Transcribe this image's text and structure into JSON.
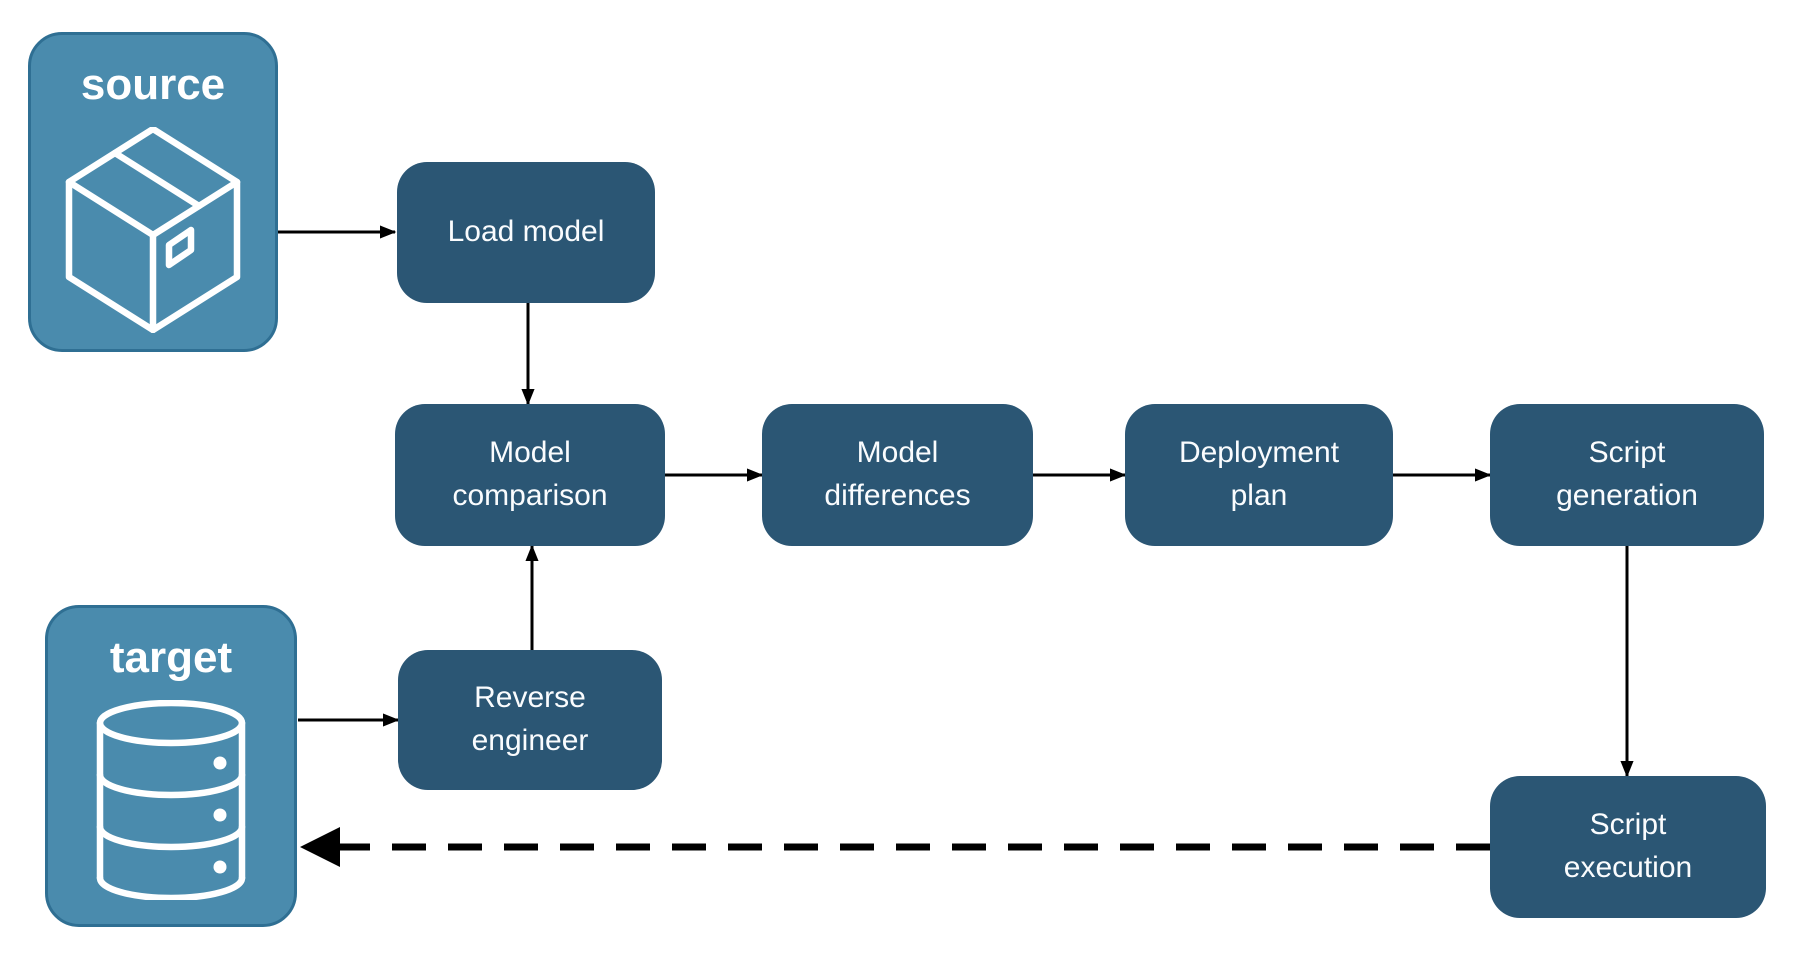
{
  "diagram": {
    "background": "#ffffff",
    "colors": {
      "process_node_fill": "#2b5674",
      "endpoint_node_fill": "#4a8bad",
      "endpoint_node_border": "#2f6f93",
      "node_text": "#ffffff",
      "arrow": "#000000"
    },
    "nodes": {
      "source": {
        "label": "source",
        "icon": "package-icon"
      },
      "target": {
        "label": "target",
        "icon": "database-icon"
      },
      "load_model": {
        "label": "Load model"
      },
      "model_comparison": {
        "label": "Model\ncomparison"
      },
      "model_differences": {
        "label": "Model\ndifferences"
      },
      "deployment_plan": {
        "label": "Deployment\nplan"
      },
      "script_generation": {
        "label": "Script\ngeneration"
      },
      "reverse_engineer": {
        "label": "Reverse\nengineer"
      },
      "script_execution": {
        "label": "Script\nexecution"
      }
    },
    "edges": [
      {
        "from": "source",
        "to": "load_model",
        "style": "solid"
      },
      {
        "from": "load_model",
        "to": "model_comparison",
        "style": "solid"
      },
      {
        "from": "target",
        "to": "reverse_engineer",
        "style": "solid"
      },
      {
        "from": "reverse_engineer",
        "to": "model_comparison",
        "style": "solid"
      },
      {
        "from": "model_comparison",
        "to": "model_differences",
        "style": "solid"
      },
      {
        "from": "model_differences",
        "to": "deployment_plan",
        "style": "solid"
      },
      {
        "from": "deployment_plan",
        "to": "script_generation",
        "style": "solid"
      },
      {
        "from": "script_generation",
        "to": "script_execution",
        "style": "solid"
      },
      {
        "from": "script_execution",
        "to": "target",
        "style": "dashed"
      }
    ]
  }
}
